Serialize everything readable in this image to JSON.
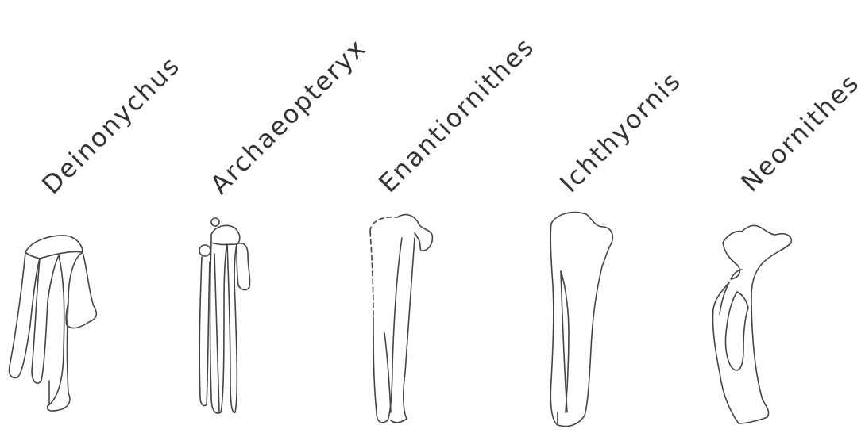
{
  "taxa": [
    {
      "name": "Deinonychus"
    },
    {
      "name": "Archaeopteryx"
    },
    {
      "name": "Enantiornithes"
    },
    {
      "name": "Ichthyornis"
    },
    {
      "name": "Neornithes"
    }
  ],
  "colors": {
    "line": "#444444",
    "text": "#333333",
    "background": "#ffffff"
  }
}
